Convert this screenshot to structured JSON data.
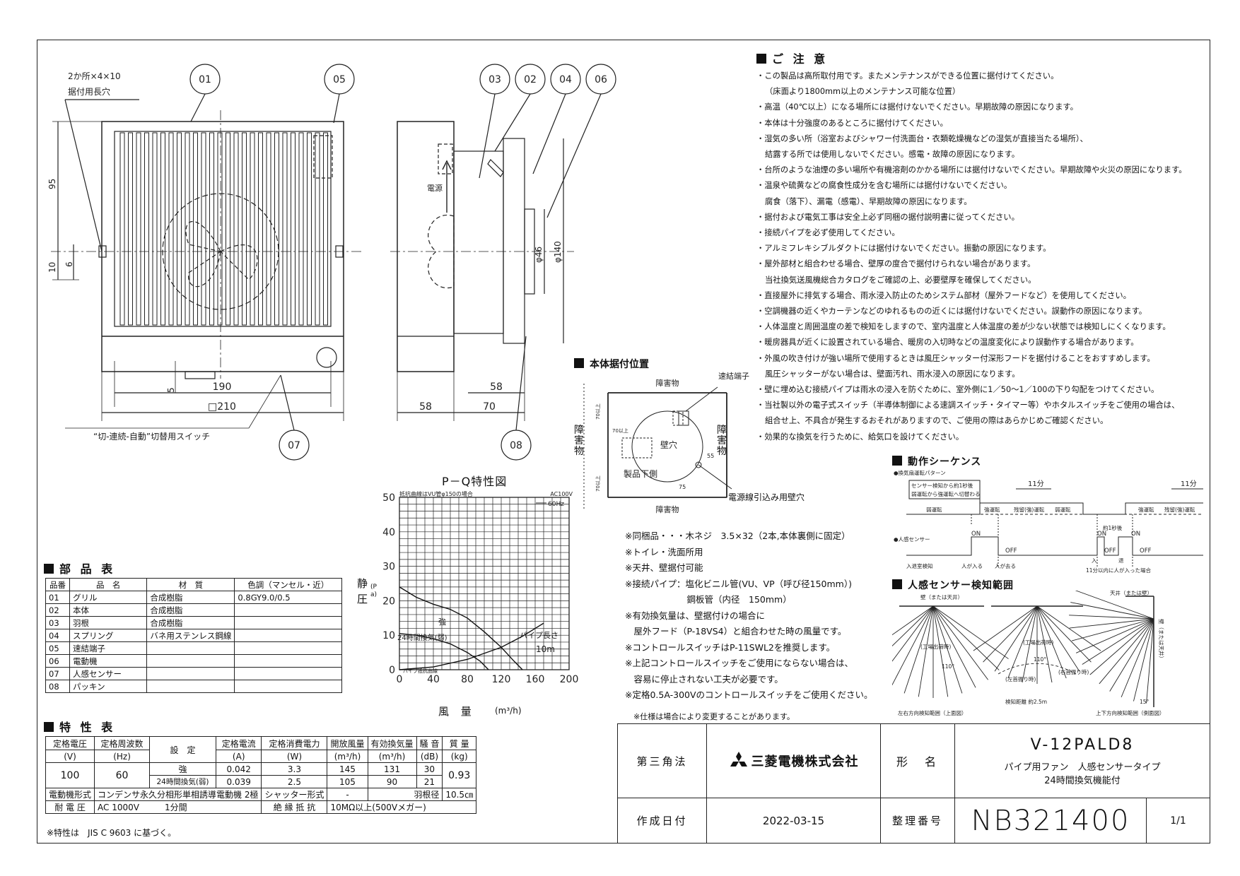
{
  "drawing": {
    "callouts": [
      "01",
      "05",
      "03",
      "02",
      "04",
      "06",
      "07",
      "08"
    ],
    "front_view": {
      "hole_note_1": "2か所×4×10",
      "hole_note_2": "据付用長穴",
      "dim_95": "95",
      "dim_10": "10",
      "dim_6": "6",
      "dim_5": "5",
      "dim_190": "190",
      "dim_210": "□210",
      "switch_label": "“切-連続-自動”切替用スイッチ"
    },
    "side_view": {
      "power_label": "電源",
      "dim_58a": "58",
      "dim_58b": "58",
      "dim_70": "70",
      "dim_phi46": "φ46",
      "dim_phi140": "φ140"
    }
  },
  "notes": {
    "title": "ご 注 意",
    "lines": [
      "・この製品は高所取付用です。またメンテナンスができる位置に据付けてください。",
      "（床面より1800mm以上のメンテナンス可能な位置）",
      "・高温（40℃以上）になる場所には据付けないでください。早期故障の原因になります。",
      "・本体は十分強度のあるところに据付けてください。",
      "・湿気の多い所（浴室およびシャワー付洗面台・衣類乾燥機などの湿気が直接当たる場所）、",
      "結露する所では使用しないでください。感電・故障の原因になります。",
      "・台所のような油煙の多い場所や有機溶剤のかかる場所には据付けないでください。早期故障や火災の原因になります。",
      "・温泉や硫黄などの腐食性成分を含む場所には据付けないでください。",
      "腐食（落下）、漏電（感電）、早期故障の原因になります。",
      "・据付および電気工事は安全上必ず同梱の据付説明書に従ってください。",
      "・接続パイプを必ず使用してください。",
      "・アルミフレキシブルダクトには据付けないでください。振動の原因になります。",
      "・屋外部材と組合わせる場合、壁厚の度合で据付けられない場合があります。",
      "当社換気送風機総合カタログをご確認の上、必要壁厚を確保してください。",
      "・直接屋外に排気する場合、雨水浸入防止のためシステム部材（屋外フードなど）を使用してください。",
      "・空調機器の近くやカーテンなどのゆれるものの近くには据付けないでください。誤動作の原因になります。",
      "・人体温度と周囲温度の差で検知をしますので、室内温度と人体温度の差が少ない状態では検知しにくくなります。",
      "・暖房器具が近くに設置されている場合、暖房の入切時などの温度変化により誤動作する場合があります。",
      "・外風の吹き付けが強い場所で使用するときは風圧シャッター付深形フードを据付けることをおすすめします。",
      "風圧シャッターがない場合は、壁面汚れ、雨水浸入の原因になります。",
      "・壁に埋め込む接続パイプは雨水の浸入を防ぐために、室外側に1／50～1／100の下り勾配をつけてください。",
      "・当社製以外の電子式スイッチ（半導体制御による速調スイッチ・タイマー等）やホタルスイッチをご使用の場合は、",
      "組合せ上、不具合が発生するおそれがありますので、ご使用の際はあらかじめご確認ください。",
      "・効果的な換気を行うために、給気口を設けてください。"
    ]
  },
  "install": {
    "title": "本体据付位置",
    "obstacle": "障害物",
    "terminal": "速結端子",
    "wall_hole": "壁穴",
    "bottom": "製品下側",
    "power_hole": "電源線引込み用壁穴",
    "d70a": "70以上",
    "d70b": "70以上",
    "d70c": "70以上",
    "d55": "55",
    "d75": "75"
  },
  "pq_chart": {
    "title": "P－Q特性図",
    "note_resist": "抵抗曲線はVU管φ150の場合",
    "note_volt": "AC100V",
    "legend": "60Hz",
    "ylabel": "静 圧",
    "yunit": "(Pa)",
    "xlabel": "風 量",
    "xunit": "(m³/h)",
    "label_strong": "強",
    "label_24h": "24時間換気(弱)",
    "label_pipe": "パイプ長さ",
    "label_10m": "10m",
    "label_resist": "パイプ抵抗曲線"
  },
  "chart_data": {
    "type": "line",
    "title": "P－Q特性図",
    "xlabel": "風量 (m³/h)",
    "ylabel": "静圧 (Pa)",
    "xlim": [
      0,
      200
    ],
    "ylim": [
      0,
      50
    ],
    "xticks": [
      0,
      40,
      80,
      120,
      160,
      200
    ],
    "yticks": [
      0,
      10,
      20,
      30,
      40,
      50
    ],
    "grid": true,
    "series": [
      {
        "name": "強",
        "x": [
          0,
          20,
          40,
          60,
          80,
          100,
          120,
          135,
          145
        ],
        "y": [
          24,
          21,
          19,
          17.5,
          15,
          11,
          6.5,
          2.5,
          0
        ]
      },
      {
        "name": "24時間換気(弱)",
        "x": [
          0,
          20,
          40,
          60,
          80,
          95,
          105
        ],
        "y": [
          10.5,
          10,
          9,
          7.5,
          5,
          2.5,
          0
        ]
      },
      {
        "name": "パイプ抵抗曲線",
        "x": [
          0,
          40,
          80,
          120,
          145,
          170
        ],
        "y": [
          0,
          0.8,
          3,
          6.5,
          9.7,
          13.5
        ]
      }
    ]
  },
  "parts": {
    "title": "部 品 表",
    "headers": [
      "品番",
      "品　名",
      "材　質",
      "色調（マンセル・近）"
    ],
    "rows": [
      [
        "01",
        "グリル",
        "合成樹脂",
        "0.8GY9.0/0.5"
      ],
      [
        "02",
        "本体",
        "合成樹脂",
        ""
      ],
      [
        "03",
        "羽根",
        "合成樹脂",
        ""
      ],
      [
        "04",
        "スプリング",
        "バネ用ステンレス鋼線",
        ""
      ],
      [
        "05",
        "速結端子",
        "",
        ""
      ],
      [
        "06",
        "電動機",
        "",
        ""
      ],
      [
        "07",
        "人感センサー",
        "",
        ""
      ],
      [
        "08",
        "パッキン",
        "",
        ""
      ]
    ]
  },
  "specs": {
    "title": "特 性 表",
    "h_voltage": "定格電圧",
    "h_voltage_u": "(V)",
    "h_freq": "定格周波数",
    "h_freq_u": "(Hz)",
    "h_setting": "設　定",
    "h_current": "定格電流",
    "h_current_u": "(A)",
    "h_power": "定格消費電力",
    "h_power_u": "(W)",
    "h_open": "開放風量",
    "h_open_u": "(m³/h)",
    "h_eff": "有効換気量",
    "h_eff_u": "(m³/h)",
    "h_noise": "騒 音",
    "h_noise_u": "(dB)",
    "h_mass": "質 量",
    "h_mass_u": "(kg)",
    "voltage": "100",
    "freq": "60",
    "mass": "0.93",
    "rows": [
      {
        "setting": "強",
        "current": "0.042",
        "power": "3.3",
        "open": "145",
        "eff": "131",
        "noise": "30"
      },
      {
        "setting": "24時間換気(弱)",
        "current": "0.039",
        "power": "2.5",
        "open": "105",
        "eff": "90",
        "noise": "21"
      }
    ],
    "motor_label": "電動機形式",
    "motor_value": "コンデンサ永久分相形単相誘導電動機 2極",
    "shutter_label": "シャッター形式",
    "shutter_value": "-",
    "blade_label": "羽根径",
    "blade_value": "10.5㎝",
    "withstand_label": "耐 電 圧",
    "withstand_value": "AC 1000V　　　1分間",
    "insul_label": "絶 縁 抵 抗",
    "insul_value": "10MΩ以上(500Vメガー)",
    "footnote": "※特性は　JIS C 9603 に基づく。"
  },
  "misc": {
    "lines": [
      "※同梱品・・・木ネジ　3.5×32（2本,本体裏側に固定）",
      "※トイレ・洗面所用",
      "※天井、壁据付可能",
      "※接続パイプ：塩化ビニル管(VU、VP（呼び径150mm）)",
      "　　　　　　　鋼板管（内径　150mm）",
      "※有効換気量は、壁据付けの場合に",
      "　屋外フード（P-18VS4）と組合わせた時の風量です。",
      "※コントロールスイッチはP-11SWL2を推奨します。",
      "※上記コントロールスイッチをご使用にならない場合は、",
      "　容易に停止されない工夫が必要です。",
      "※定格0.5A-300Vのコントロールスイッチをご使用ください。"
    ],
    "spec_change": "※仕様は場合により変更することがあります。"
  },
  "sequence": {
    "title": "動作シーケンス",
    "pattern": "●換気扇運転パターン",
    "note1": "センサー検知から約1秒後",
    "note2": "弱運転から強運転へ切替わる",
    "weak": "弱運転",
    "strong": "強運転",
    "residual": "残留(強)運転",
    "min11a": "11分",
    "min11b": "11分",
    "approx1": "約1秒後",
    "sensor": "●人感センサー",
    "on": "ON",
    "off": "OFF",
    "enter_exit": "入退室検知",
    "enter": "人が入る",
    "leave": "人が去る",
    "in": "入",
    "out": "退",
    "within11": "11分以内に人が入った場合"
  },
  "detect": {
    "title": "人感センサー検知範囲",
    "wall_ceiling": "壁（または天井）",
    "ceiling_wall": "天井（または壁）",
    "wall_side": "壁（または天井）",
    "install_l": "(工場出荷時)",
    "install_c": "(工場出荷時)",
    "angle110": "110°",
    "left": "(左首振り時)",
    "right": "(右首振り時)",
    "distance": "検知距離 約2.5m",
    "lr_range": "左右方向検知範囲（上面図）",
    "ud_range": "上下方向検知範囲（側面図）",
    "angle15": "15°"
  },
  "title_block": {
    "projection": "第三角法",
    "company": "三菱電機株式会社",
    "name_label": "形　名",
    "model": "V-12PALD8",
    "desc1": "パイプ用ファン　人感センサータイプ",
    "desc2": "24時間換気機能付",
    "date_label": "作成日付",
    "date": "2022-03-15",
    "number_label": "整理番号",
    "number": "NB321400",
    "sheet": "1/1"
  },
  "colors": {
    "line": "#222222",
    "accent": "#c8102e"
  }
}
